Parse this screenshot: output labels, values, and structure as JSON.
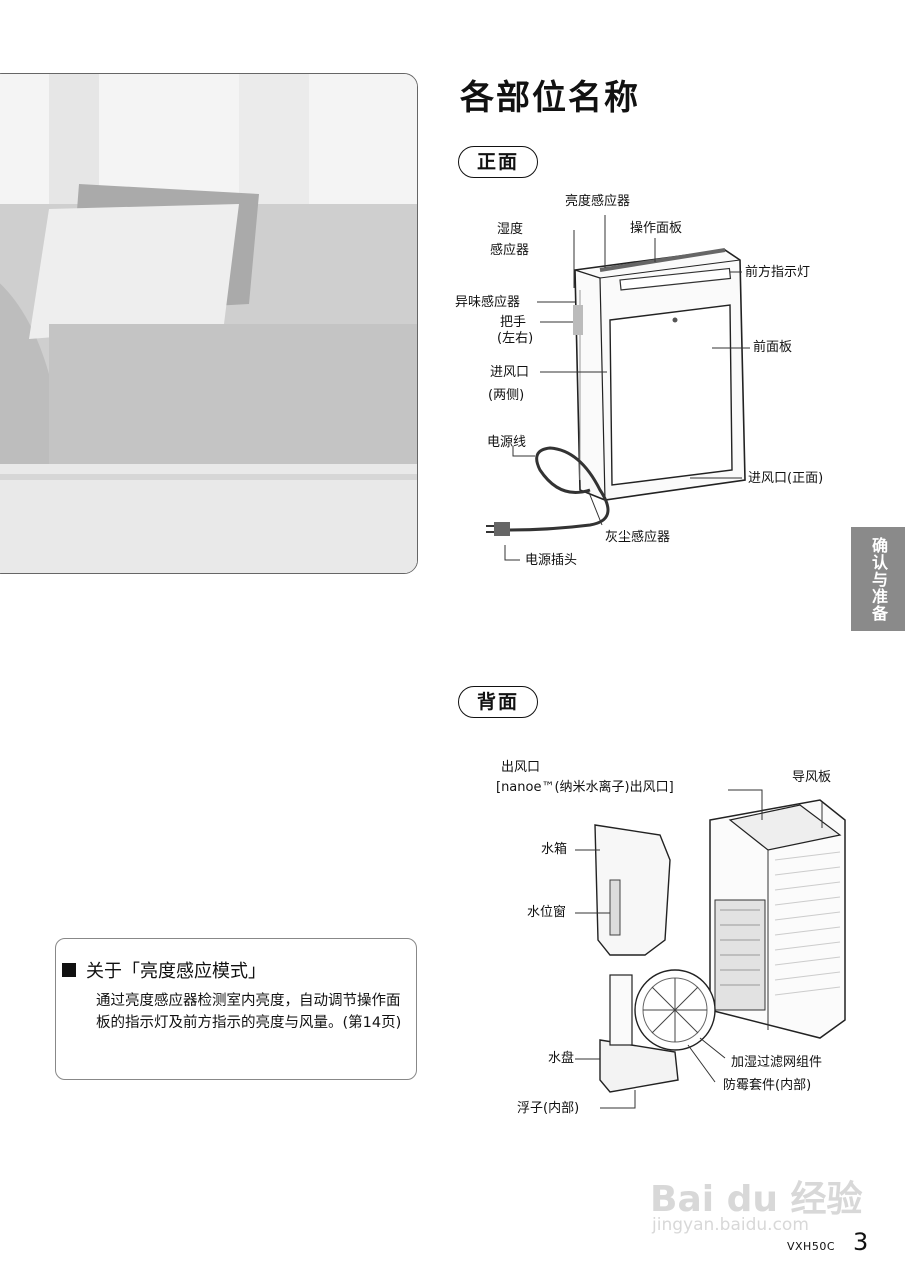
{
  "page": {
    "title": "各部位名称",
    "page_number": "3",
    "model": "VXH50C",
    "side_tab": "确认与准备"
  },
  "front": {
    "heading": "正面",
    "labels": {
      "brightness_sensor": "亮度感应器",
      "humidity_sensor_1": "湿度",
      "humidity_sensor_2": "感应器",
      "control_panel": "操作面板",
      "front_indicator": "前方指示灯",
      "odor_sensor": "异味感应器",
      "handle_1": "把手",
      "handle_2": "(左右)",
      "front_panel": "前面板",
      "air_inlet_1": "进风口",
      "air_inlet_2": "(两侧)",
      "power_cord": "电源线",
      "air_inlet_front": "进风口(正面)",
      "dust_sensor": "灰尘感应器",
      "power_plug": "电源插头"
    }
  },
  "back": {
    "heading": "背面",
    "labels": {
      "outlet_1": "出风口",
      "outlet_2": "[nanoe™(纳米水离子)出风口]",
      "louver": "导风板",
      "water_tank": "水箱",
      "water_window": "水位窗",
      "water_tray": "水盘",
      "humidify_filter": "加湿过滤网组件",
      "mold_kit": "防霉套件(内部)",
      "float": "浮子(内部)"
    }
  },
  "note": {
    "heading": "关于「亮度感应模式」",
    "body": "通过亮度感应器检测室内亮度，自动调节操作面板的指示灯及前方指示的亮度与风量。(第14页)"
  },
  "watermark": {
    "brand": "Bai du 经验",
    "url": "jingyan.baidu.com"
  }
}
